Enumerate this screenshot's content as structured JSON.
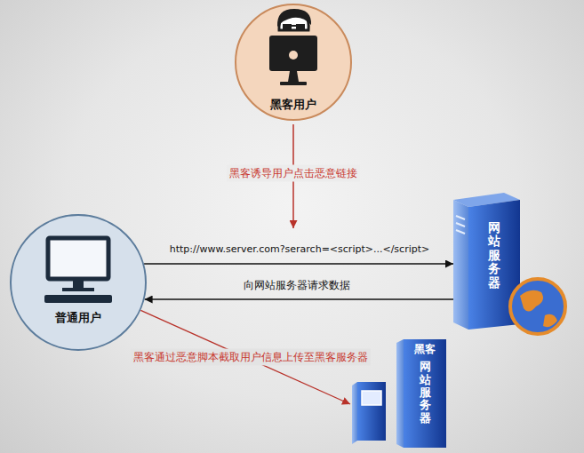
{
  "diagram": {
    "nodes": [
      {
        "text": [
          "黑客用户"
        ]
      },
      {
        "text": [
          "普通用户"
        ]
      },
      {
        "text": [
          "网站服务器"
        ]
      },
      {
        "text": [
          "黑客",
          "网站服务器"
        ]
      }
    ],
    "edges": [
      {
        "from": 1,
        "to": 2,
        "arrow": "to",
        "label": "http://www.server.com?serarch=<script>...</script>"
      },
      {
        "from": 2,
        "to": 1,
        "arrow": "to",
        "label": "向网站服务器请求数据"
      },
      {
        "from": 1,
        "to": 3,
        "arrow": "to",
        "label": "黑客通过恶意脚本截取用户信息上传至黑客服务器"
      }
    ],
    "labels": [
      "黑客诱导用户点击恶意链接"
    ]
  }
}
